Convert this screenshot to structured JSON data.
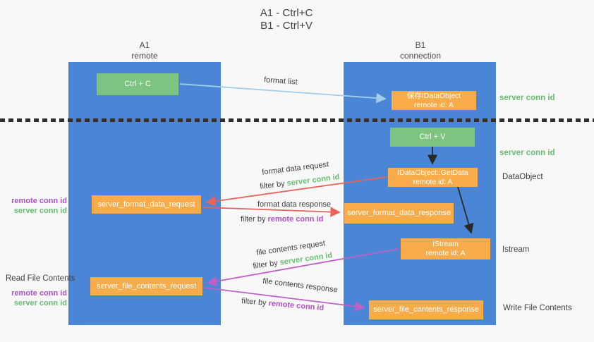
{
  "title": {
    "line1": "A1 - Ctrl+C",
    "line2": "B1 - Ctrl+V"
  },
  "lanes": {
    "left": {
      "header_line1": "A1",
      "header_line2": "remote"
    },
    "right": {
      "header_line1": "B1",
      "header_line2": "connection"
    }
  },
  "boxes": {
    "ctrl_c": "Ctrl + C",
    "ctrl_v": "Ctrl + V",
    "save_idataobject_line1": "保存IDataObject",
    "save_idataobject_line2": "remote id: A",
    "getdata_line1": "IDataObject::GetData",
    "getdata_line2": "remote id: A",
    "istream_line1": "IStream",
    "istream_line2": "remote id: A",
    "server_format_data_request": "server_format_data_request",
    "server_format_data_response": "server_format_data_response",
    "server_file_contents_request": "server_file_contents_request",
    "server_file_contents_response": "server_file_contents_response"
  },
  "arrow_labels": {
    "format_list": "format list",
    "format_data_request": "format data request",
    "format_data_response": "format data response",
    "file_contents_request": "file contents request",
    "file_contents_response": "file contents response",
    "filter_by": "filter by ",
    "server_conn_id": "server conn id",
    "remote_conn_id": "remote conn id"
  },
  "side_labels": {
    "right_server_conn_id_top": "server conn id",
    "right_server_conn_id_mid": "server conn id",
    "dataobject": "DataObject",
    "istream": "Istream",
    "write_file_contents": "Write File Contents",
    "read_file_contents": "Read File Contents",
    "left_remote_conn_id_top": "remote conn id",
    "left_server_conn_id_top": "server conn id",
    "left_remote_conn_id_bottom": "remote conn id",
    "left_server_conn_id_bottom": "server conn id"
  },
  "colors": {
    "column_blue": "#4b85d6",
    "box_orange": "#f7ab49",
    "box_green": "#7cc47f",
    "arrow_blue": "#a5cdee",
    "arrow_red": "#e8635a",
    "arrow_purple": "#c05fc6",
    "arrow_black": "#2a2a2a",
    "label_green": "#67be71",
    "label_purple": "#b14fc8",
    "text_dark": "#3f3f3f",
    "background": "#f8f8f8"
  }
}
